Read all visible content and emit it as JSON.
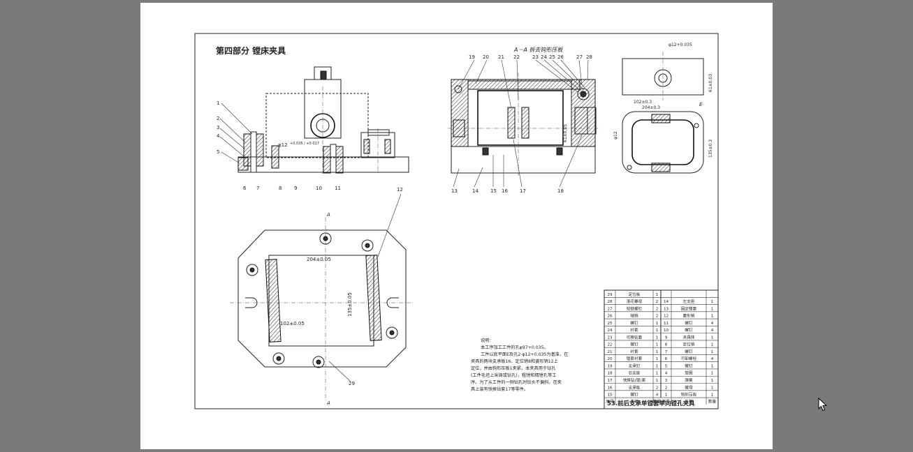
{
  "page": {
    "header_title": "第四部分   镗床夹具",
    "section_title": "A－A 拆去钩形压板",
    "section_mark": "A",
    "dimensions": {
      "d1": "204±0.05",
      "d2": "135±0.05",
      "d3": "102±0.05",
      "d4": "φ12",
      "d4_tol": "+0.035 / +0.017",
      "d5": "102±0.3",
      "d6": "204±0.3",
      "d7": "135±0.3",
      "d8": "φ12+0.035",
      "d9": "61±0.03",
      "d10": "E",
      "d11": "61±0.05",
      "d12": "φ12"
    },
    "part_numbers_left": [
      "1",
      "2",
      "3",
      "4",
      "5",
      "6",
      "7",
      "8",
      "9",
      "10",
      "11"
    ],
    "part_numbers_top": [
      "19",
      "20",
      "21",
      "22",
      "23",
      "24",
      "25",
      "26",
      "27",
      "28"
    ],
    "part_numbers_bottom": [
      "13",
      "14",
      "15",
      "16",
      "17",
      "18"
    ],
    "part_number_12": "12",
    "part_number_29": "29",
    "notes_title": "说明：",
    "notes": [
      "本工序加工工件的孔φ97+0.035。",
      "工件以底平面E及孔2-φ12+0.035为基准，在",
      "夹具的两块支承板16、定位销8和菱形销12上",
      "定位，并由钩形压板1夹紧。本夹具用于钻孔",
      "(工件毛坯上采铸或钻孔)，粗镗和精镗孔等工",
      "序。为了从工件的一侧钻孔时钻头不偏斜，在夹",
      "具上装有快换钻套17等零件。"
    ],
    "bom_left": [
      [
        "29",
        "定位板",
        "1"
      ],
      [
        "28",
        "滚花螺母",
        "2"
      ],
      [
        "27",
        "铰链螺钉",
        "2"
      ],
      [
        "26",
        "轴销",
        "2"
      ],
      [
        "25",
        "螺钉",
        "1"
      ],
      [
        "24",
        "衬套",
        "1"
      ],
      [
        "23",
        "可换钻套",
        "1"
      ],
      [
        "22",
        "螺钉",
        "1"
      ],
      [
        "21",
        "衬套",
        "1"
      ],
      [
        "20",
        "镗套衬套",
        "1"
      ],
      [
        "19",
        "支承钉",
        "1"
      ],
      [
        "18",
        "右支座",
        "1"
      ],
      [
        "17",
        "快换钻(镗)套",
        "1"
      ],
      [
        "16",
        "支承板",
        "2"
      ],
      [
        "15",
        "螺钉",
        "4"
      ]
    ],
    "bom_right": [
      [
        "14",
        "左支座",
        "1"
      ],
      [
        "13",
        "固定镗套",
        "1"
      ],
      [
        "12",
        "菱形销",
        "1"
      ],
      [
        "11",
        "螺钉",
        "4"
      ],
      [
        "10",
        "螺钉",
        "4"
      ],
      [
        "9",
        "夹具体",
        "1"
      ],
      [
        "8",
        "定位销",
        "1"
      ],
      [
        "7",
        "螺钉",
        "1"
      ],
      [
        "6",
        "可卸螺栓",
        "4"
      ],
      [
        "5",
        "螺钉",
        "1"
      ],
      [
        "4",
        "垫圈",
        "1"
      ],
      [
        "3",
        "弹簧",
        "1"
      ],
      [
        "2",
        "螺母",
        "1"
      ],
      [
        "1",
        "钩形压板",
        "1"
      ]
    ],
    "bom_header": [
      "序号",
      "名称",
      "数量",
      "序号",
      "名称",
      "数量"
    ],
    "caption": "53.前后支承单镗套单向镗孔夹具"
  }
}
